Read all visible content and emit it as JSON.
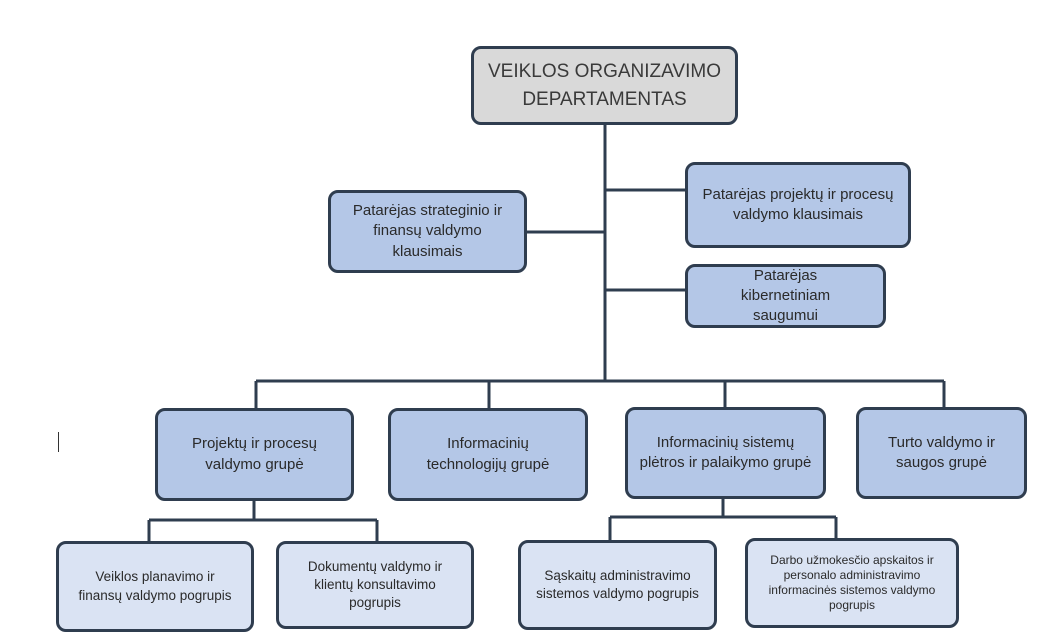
{
  "nodes": {
    "department": "VEIKLOS ORGANIZAVIMO DEPARTAMENTAS",
    "advisor_strategy": "Patarėjas strateginio ir finansų valdymo klausimais",
    "advisor_projects": "Patarėjas projektų ir procesų valdymo klausimais",
    "advisor_cyber": "Patarėjas kibernetiniam saugumui",
    "group_projects": "Projektų ir procesų valdymo grupė",
    "group_it": "Informacinių technologijų grupė",
    "group_is": "Informacinių sistemų plėtros ir palaikymo grupė",
    "group_assets": "Turto valdymo ir saugos grupė",
    "sub_planning": "Veiklos planavimo ir finansų valdymo pogrupis",
    "sub_documents": "Dokumentų valdymo ir klientų konsultavimo pogrupis",
    "sub_accounts": "Sąskaitų administravimo sistemos valdymo pogrupis",
    "sub_payroll": "Darbo užmokesčio apskaitos ir personalo administravimo informacinės sistemos valdymo pogrupis"
  },
  "colors": {
    "line": "#2f3d4f",
    "top_fill": "#d9d9d9",
    "group_fill": "#b4c7e7",
    "subgroup_fill": "#dae3f3"
  }
}
